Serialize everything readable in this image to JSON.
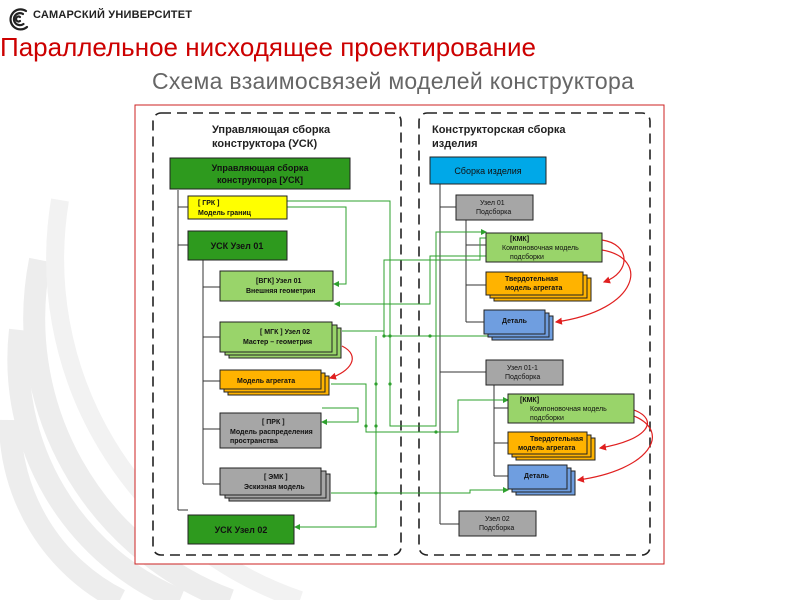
{
  "header": {
    "university": "САМАРСКИЙ УНИВЕРСИТЕТ",
    "title": "Параллельное нисходящее проектирование",
    "subtitle": "Схема взаимосвязей моделей конструктора"
  },
  "diagram": {
    "colors": {
      "frame_border": "#cc2222",
      "dark_green": "#2e9a1e",
      "light_green": "#99d46a",
      "yellow": "#ffff00",
      "orange": "#ffb300",
      "gray": "#a6a6a6",
      "blue": "#6f9ee0",
      "cyan": "#00a8e8",
      "connector_green": "#2ea02e",
      "connector_red": "#e02020"
    },
    "left_group": {
      "title_line1": "Управляющая сборка",
      "title_line2": "конструктора (УСК)",
      "nodes": {
        "usk": {
          "line1": "Управляющая сборка",
          "line2": "конструктора [УСК]"
        },
        "grk": {
          "line1": "[ ГРК ]",
          "line2": "Модель границ"
        },
        "usk01": {
          "line1": "УСК Узел 01"
        },
        "vgk": {
          "line1": "[ВГК] Узел 01",
          "line2": "Внешняя геометрия"
        },
        "mgk": {
          "line1": "[ МГК ] Узел 02",
          "line2": "Мастер – геометрия"
        },
        "agg": {
          "line1": "Модель агрегата"
        },
        "prk": {
          "line1": "[ ПРК ]",
          "line2": "Модель распределения",
          "line3": "пространства"
        },
        "emk": {
          "line1": "[ ЭМК ]",
          "line2": "Эскизная модель"
        },
        "usk02": {
          "line1": "УСК Узел 02"
        }
      }
    },
    "right_group": {
      "title_line1": "Конструкторская сборка",
      "title_line2": "изделия",
      "nodes": {
        "assembly": {
          "line1": "Сборка изделия"
        },
        "uzel01": {
          "line1": "Узел 01",
          "line2": "Подсборка"
        },
        "kmk1": {
          "line1": "[КМК]",
          "line2": "Компоновочная модель",
          "line3": "подсборки"
        },
        "solid1": {
          "line1": "Твердотельная",
          "line2": "модель агрегата"
        },
        "detail1": {
          "line1": "Деталь"
        },
        "uzel011": {
          "line1": "Узел 01-1",
          "line2": "Подсборка"
        },
        "kmk2": {
          "line1": "[КМК]",
          "line2": "Компоновочная модель",
          "line3": "подсборки"
        },
        "solid2": {
          "line1": "Твердотельная",
          "line2": "модель агрегата"
        },
        "detail2": {
          "line1": "Деталь"
        },
        "uzel02": {
          "line1": "Узел 02",
          "line2": "Подсборка"
        }
      }
    }
  }
}
